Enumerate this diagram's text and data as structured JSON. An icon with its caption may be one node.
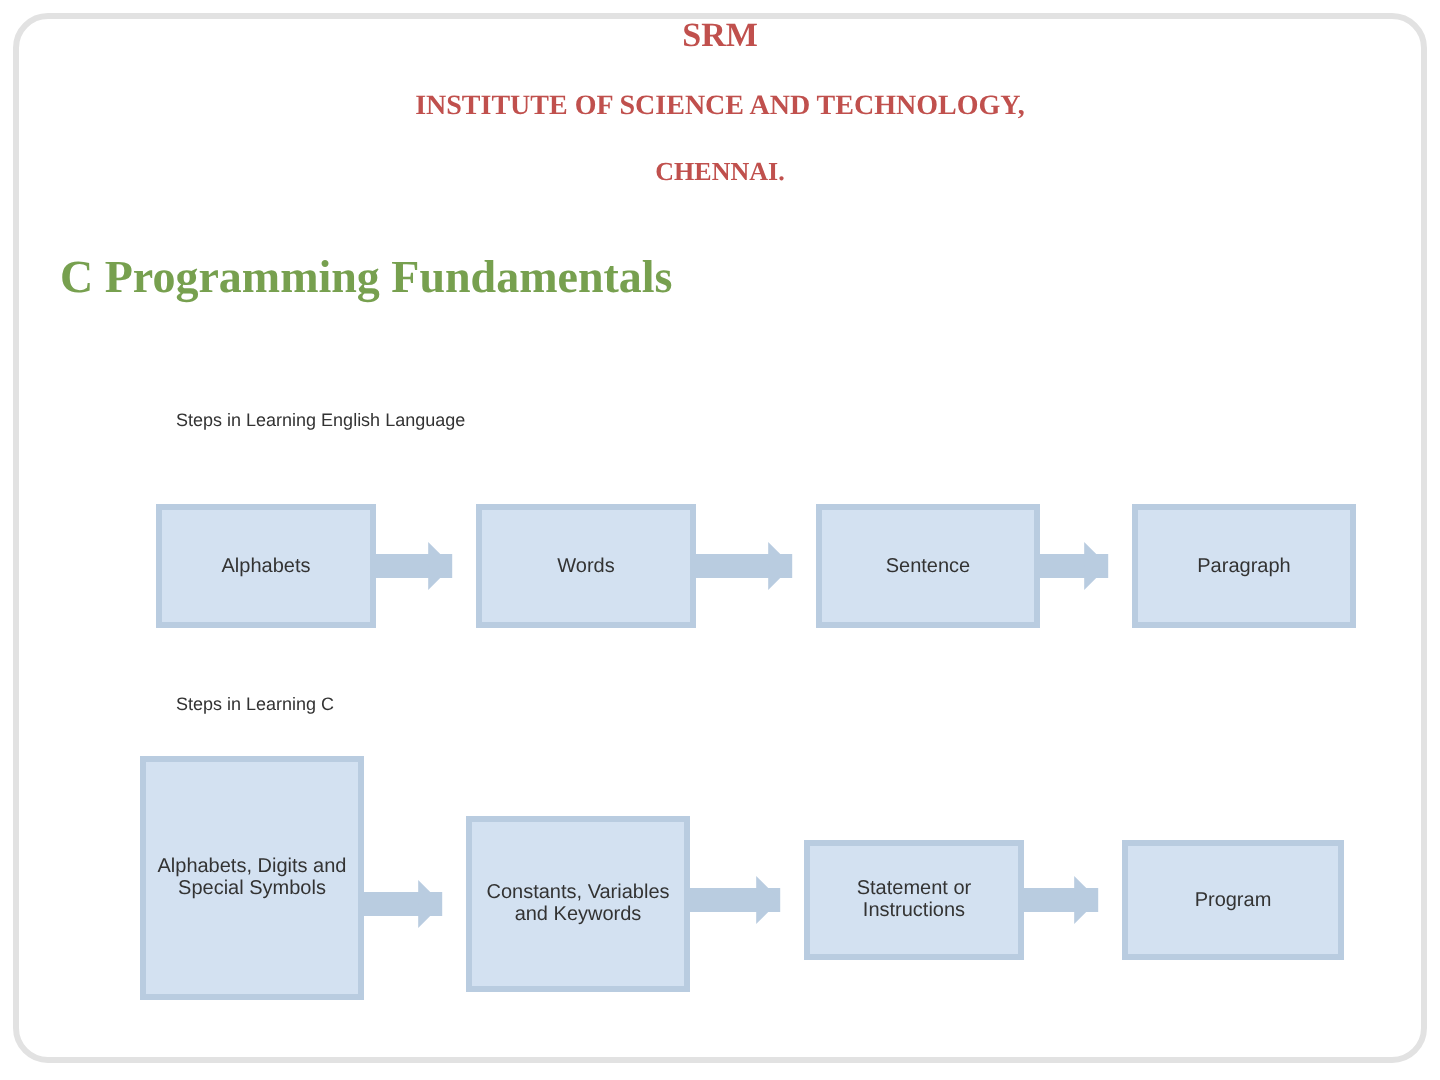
{
  "diagram": {
    "title": "C Programming Fundamentals",
    "nodes": [
      {
        "text": [
          "Alphabets"
        ]
      },
      {
        "text": [
          "Words"
        ]
      },
      {
        "text": [
          "Sentence"
        ]
      },
      {
        "text": [
          "Paragraph"
        ]
      },
      {
        "text": [
          "Alphabets, Digits and Special Symbols"
        ]
      },
      {
        "text": [
          "Constants, Variables and Keywords"
        ]
      },
      {
        "text": [
          "Statement or Instructions"
        ]
      },
      {
        "text": [
          "Program"
        ]
      }
    ],
    "edges": [
      {
        "from": 0,
        "to": 1,
        "arrow": "to"
      },
      {
        "from": 1,
        "to": 2,
        "arrow": "to"
      },
      {
        "from": 2,
        "to": 3,
        "arrow": "to"
      },
      {
        "from": 4,
        "to": 5,
        "arrow": "to"
      },
      {
        "from": 5,
        "to": 6,
        "arrow": "to"
      },
      {
        "from": 6,
        "to": 7,
        "arrow": "to"
      }
    ],
    "labels": [
      "SRM",
      "INSTITUTE OF SCIENCE AND TECHNOLOGY,",
      "CHENNAI.",
      "Steps in Learning English Language",
      "Steps in Learning C"
    ]
  }
}
